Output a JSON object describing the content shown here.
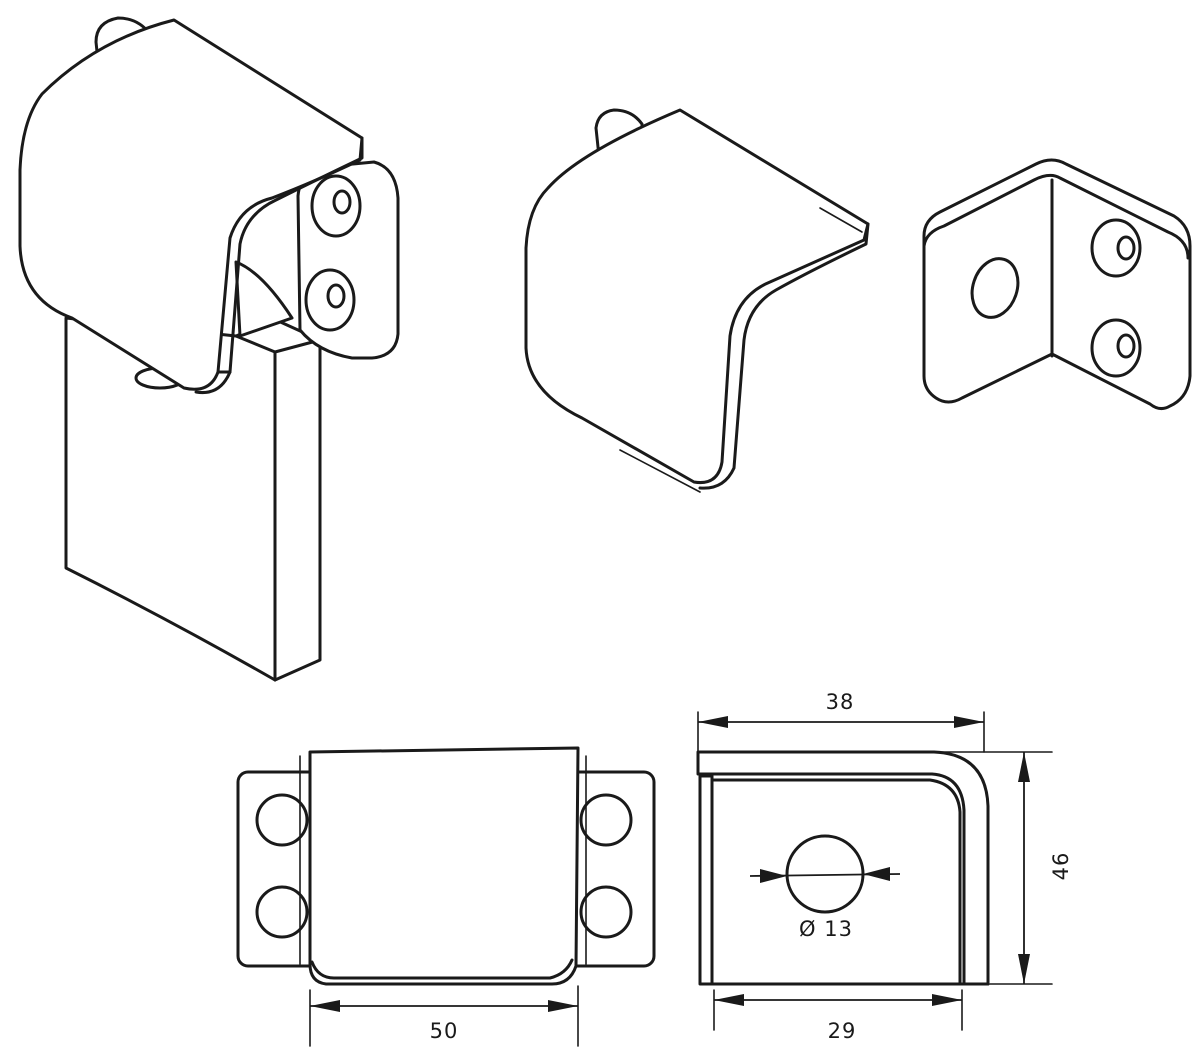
{
  "figure": {
    "parts": [
      "hinge-assembled",
      "hinge-cover",
      "angle-bracket"
    ],
    "dimensions": {
      "width_top": "38",
      "height": "46",
      "width_front": "50",
      "width_bottom": "29",
      "hole_diameter": "Ø 13"
    }
  }
}
